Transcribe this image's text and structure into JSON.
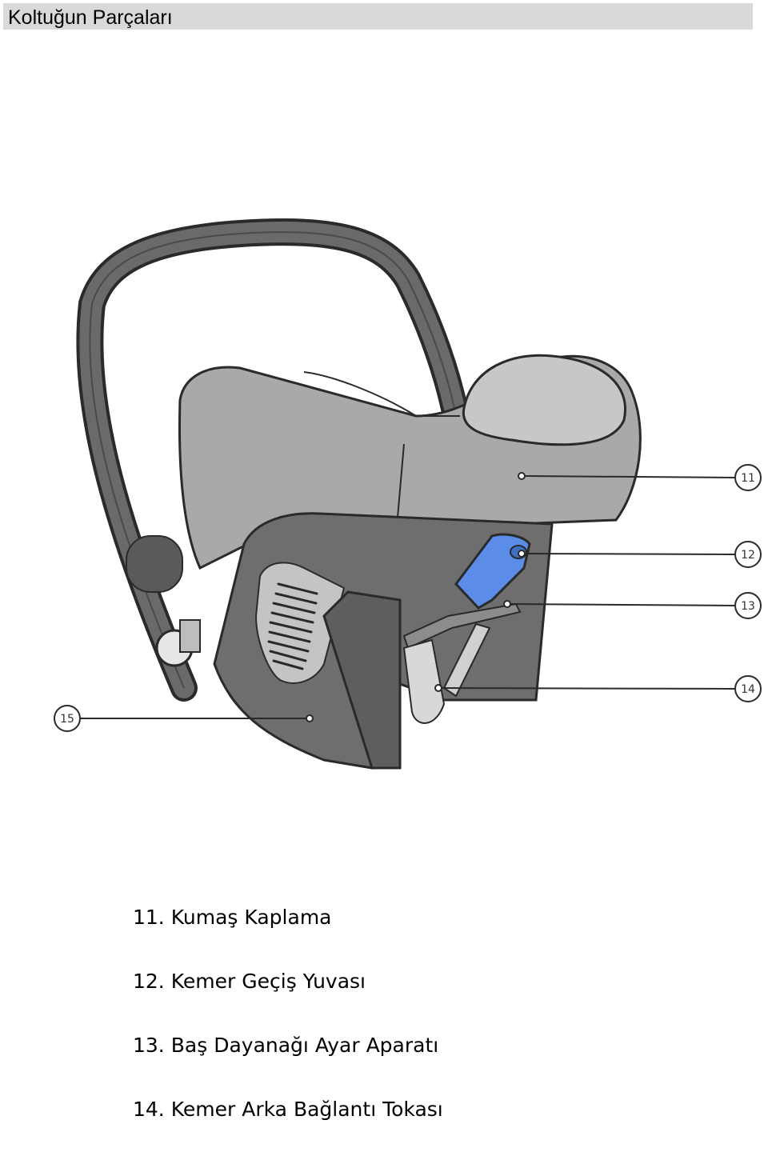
{
  "header": {
    "title": "Koltuğun Parçaları"
  },
  "figure": {
    "callouts": [
      "11",
      "12",
      "13",
      "14",
      "15"
    ]
  },
  "legend": {
    "items": [
      {
        "number": "11.",
        "label": "Kumaş Kaplama"
      },
      {
        "number": "12.",
        "label": "Kemer Geçiş Yuvası"
      },
      {
        "number": "13.",
        "label": "Baş Dayanağı Ayar Aparatı"
      },
      {
        "number": "14.",
        "label": "Kemer Arka Bağlantı Tokası"
      }
    ]
  },
  "colors": {
    "title_bar": "#d9d9d9",
    "shell_light": "#b5b5b5",
    "shell_mid": "#9a9a9a",
    "shell_dark": "#6a6a6a",
    "handle": "#5e5e5e",
    "belt_slot": "#5b8de8",
    "outline": "#2a2a2a"
  }
}
